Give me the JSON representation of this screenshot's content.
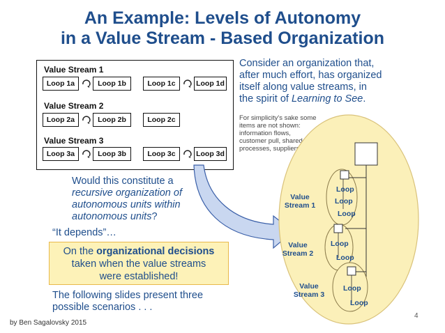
{
  "title": {
    "line1": "An Example: Levels of Autonomy",
    "line2": "in a Value Stream - Based Organization"
  },
  "value_streams": [
    {
      "label": "Value Stream 1",
      "loops": [
        "Loop 1a",
        "Loop 1b",
        "Loop 1c",
        "Loop 1d"
      ]
    },
    {
      "label": "Value Stream 2",
      "loops": [
        "Loop 2a",
        "Loop 2b",
        "Loop 2c"
      ]
    },
    {
      "label": "Value Stream 3",
      "loops": [
        "Loop 3a",
        "Loop 3b",
        "Loop 3c",
        "Loop 3d"
      ]
    }
  ],
  "intro": {
    "line1": "Consider an organization that,",
    "line2": "after much effort, has organized",
    "line3": "itself along value streams, in",
    "line4_prefix": "the spirit of ",
    "line4_italic": "Learning to See",
    "line4_suffix": "."
  },
  "simplicity_note": {
    "line1": "For simplicity's sake some",
    "line2": "items are not shown:",
    "line3": "information flows,",
    "line4": "customer pull, shared",
    "line5": "processes, suppliers, etc."
  },
  "question": {
    "line1": "Would this constitute a",
    "line2": "recursive organization of",
    "line3": "autonomous units within",
    "line4_italic": "autonomous units",
    "line4_suffix": "?"
  },
  "depends": "“It depends”…",
  "decision_note": {
    "line1_prefix": "On the ",
    "line1_bold": "organizational decisions",
    "line2": "taken when the value streams",
    "line3": "were established!"
  },
  "following": {
    "line1": "The following slides present three",
    "line2": "possible scenarios . . ."
  },
  "org_diagram": {
    "stream_labels": [
      {
        "line1": "Value",
        "line2": "Stream 1"
      },
      {
        "line1": "Value",
        "line2": "Stream 2"
      },
      {
        "line1": "Value",
        "line2": "Stream 3"
      }
    ],
    "loop_labels": [
      "Loop",
      "Loop",
      "Loop",
      "Loop",
      "Loop",
      "Loop",
      "Loop"
    ]
  },
  "colors": {
    "title_blue": "#1f4e8c",
    "ellipse_fill": "#fbf0b9",
    "ellipse_stroke": "#d9c27a",
    "note_fill": "#fdf2b8",
    "arrow_fill": "#c9d7f0"
  },
  "footer": "by Ben Sagalovsky 2015",
  "page_number": "4"
}
